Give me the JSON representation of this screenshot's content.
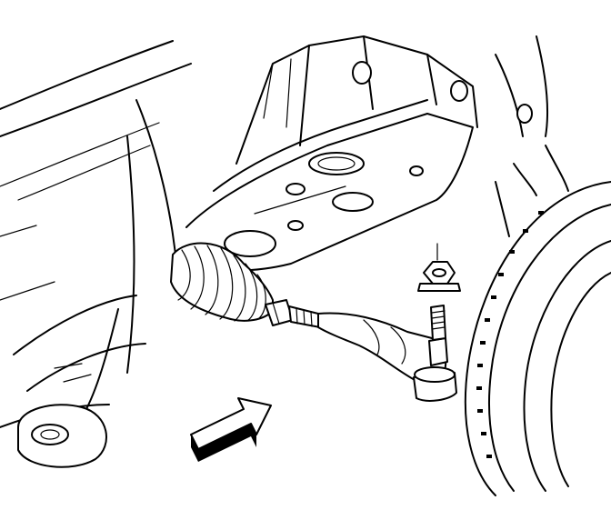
{
  "diagram": {
    "subject": "tie-rod-end-installation",
    "colors": {
      "line": "#000000",
      "background": "#ffffff"
    },
    "parts": [
      {
        "id": "vehicle-body-panel"
      },
      {
        "id": "frame-crossmember"
      },
      {
        "id": "steering-gear-boot"
      },
      {
        "id": "jam-nut"
      },
      {
        "id": "inner-tie-rod"
      },
      {
        "id": "outer-tie-rod-end"
      },
      {
        "id": "tie-rod-stud"
      },
      {
        "id": "tie-rod-end-nut"
      },
      {
        "id": "brake-rotor"
      },
      {
        "id": "front-direction-arrow"
      }
    ]
  }
}
